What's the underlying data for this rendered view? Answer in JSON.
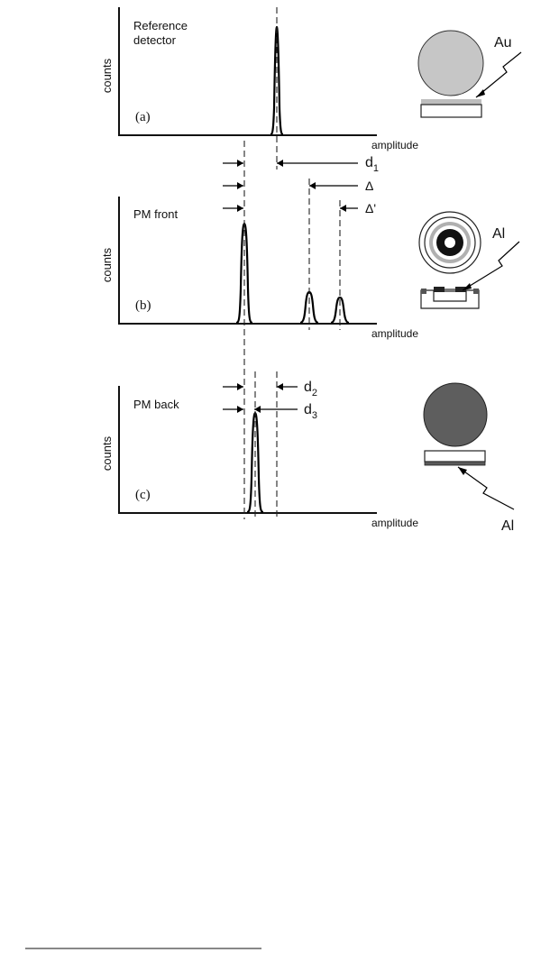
{
  "panels": [
    {
      "letter": "(a)",
      "title_line1": "Reference",
      "title_line2": "detector",
      "ylabel": "counts",
      "xlabel": "amplitude",
      "contact_label": "Au"
    },
    {
      "letter": "(b)",
      "title_line1": "PM front",
      "ylabel": "counts",
      "xlabel": "amplitude",
      "contact_label": "Al"
    },
    {
      "letter": "(c)",
      "title_line1": "PM back",
      "ylabel": "counts",
      "xlabel": "amplitude",
      "contact_label": "Al"
    }
  ],
  "shifts": {
    "d1": {
      "main": "d",
      "sub": "1"
    },
    "delta": "Δ",
    "delta_prime": "Δ'",
    "d2": {
      "main": "d",
      "sub": "2"
    },
    "d3": {
      "main": "d",
      "sub": "3"
    }
  },
  "colors": {
    "gold_layer": "#bdbdbd",
    "disk_a": "#c6c6c6",
    "disk_c": "#5e5e5e",
    "al_layer": "#5a5a5a"
  }
}
